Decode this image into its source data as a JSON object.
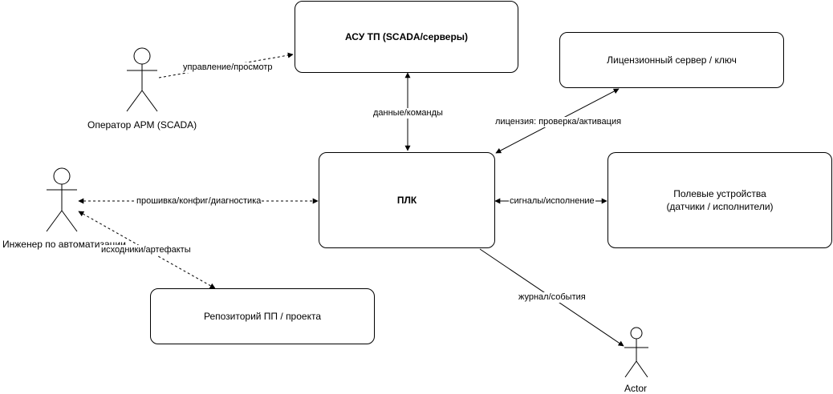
{
  "nodes": {
    "scada": "АСУ ТП (SCADA/серверы)",
    "license": "Лицензионный сервер / ключ",
    "plc": "ПЛК",
    "field_line1": "Полевые устройства",
    "field_line2": "(датчики / исполнители)",
    "repo": "Репозиторий ПП / проекта"
  },
  "actors": {
    "operator": "Оператор АРМ (SCADA)",
    "engineer": "Инженер по автоматизации",
    "actor": "Actor"
  },
  "edges": {
    "operator_scada": "управление/просмотр",
    "scada_plc": "данные/команды",
    "license_plc": "лицензия: проверка/активация",
    "engineer_plc": "прошивка/конфиг/диагностика",
    "plc_field": "сигналы/исполнение",
    "engineer_repo": "исходники/артефакты",
    "plc_actor": "журнал/события"
  },
  "colors": {
    "stroke": "#000000",
    "background": "#ffffff"
  }
}
